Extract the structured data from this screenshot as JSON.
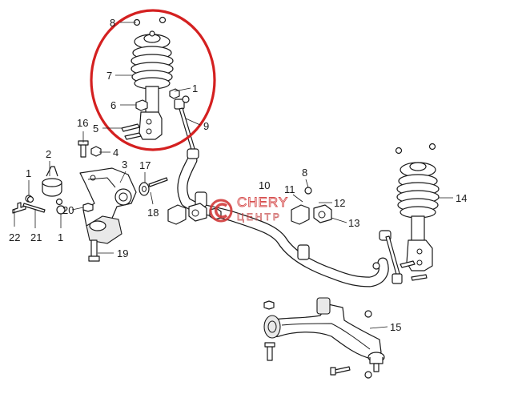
{
  "callouts": {
    "c1": "1",
    "c2": "2",
    "c3": "3",
    "c4": "4",
    "c5": "5",
    "c6": "6",
    "c7": "7",
    "c8": "8",
    "c9": "9",
    "c10": "10",
    "c11": "11",
    "c12": "12",
    "c13": "13",
    "c14": "14",
    "c15": "15",
    "c16": "16",
    "c17": "17",
    "c18": "18",
    "c19": "19",
    "c20": "20",
    "c21": "21",
    "c22": "22"
  },
  "watermark": {
    "line1": "CHERY",
    "line2": "ЦЕНТР"
  },
  "colors": {
    "highlight": "#d42020",
    "watermark": "#d23a3a",
    "ink": "#1a1a1a"
  }
}
